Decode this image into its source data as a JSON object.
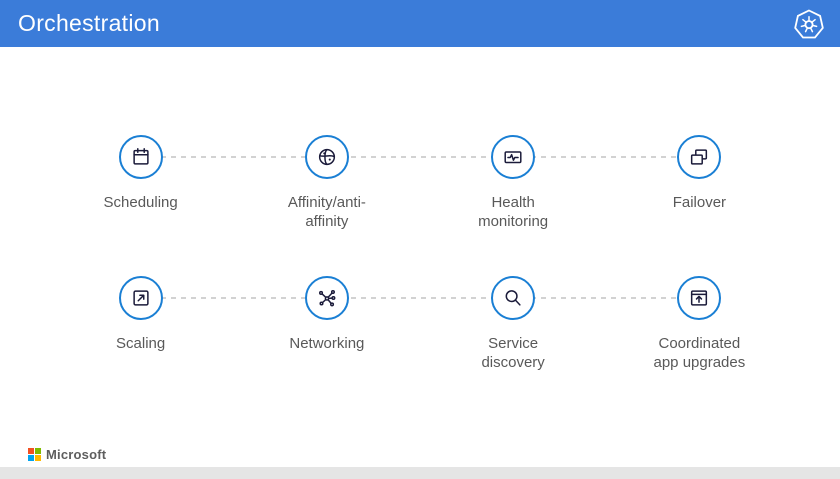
{
  "header": {
    "title": "Orchestration",
    "logo_icon": "kubernetes-icon"
  },
  "features": [
    {
      "label": "Scheduling",
      "icon": "calendar-icon"
    },
    {
      "label": "Affinity/anti-affinity",
      "icon": "globe-network-icon"
    },
    {
      "label": "Health monitoring",
      "icon": "health-monitor-icon"
    },
    {
      "label": "Failover",
      "icon": "overlapping-windows-icon"
    },
    {
      "label": "Scaling",
      "icon": "scale-arrow-icon"
    },
    {
      "label": "Networking",
      "icon": "network-nodes-icon"
    },
    {
      "label": "Service discovery",
      "icon": "magnifier-icon"
    },
    {
      "label": "Coordinated app upgrades",
      "icon": "window-upload-icon"
    }
  ],
  "footer": {
    "brand": "Microsoft"
  },
  "colors": {
    "accent": "#3b7cd9",
    "circle_stroke": "#1a7fd4",
    "icon_stroke": "#1b1b3a",
    "text": "#595959",
    "dash": "#d2d2d2",
    "strip": "#e5e5e5",
    "ms_red": "#f25022",
    "ms_green": "#7fba00",
    "ms_blue": "#00a4ef",
    "ms_yellow": "#ffb900"
  }
}
